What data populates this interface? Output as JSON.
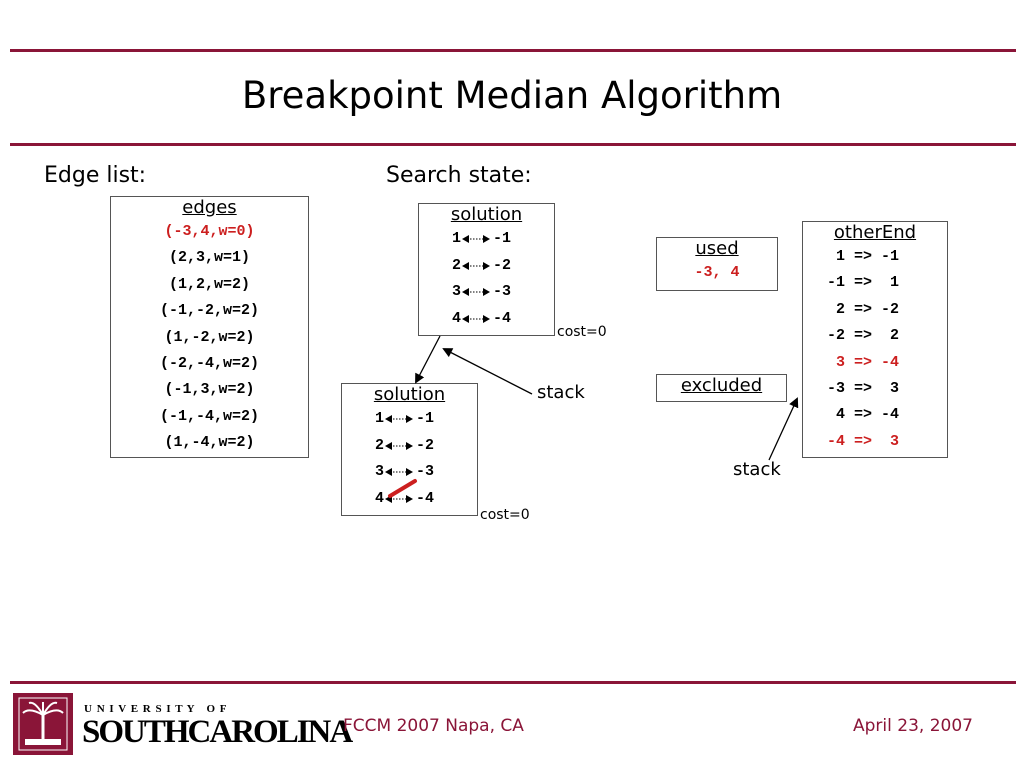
{
  "slide": {
    "title": "Breakpoint Median Algorithm",
    "edge_list_heading": "Edge list:",
    "search_state_heading": "Search state:"
  },
  "edges": {
    "header": "edges",
    "items": [
      {
        "text": "(-3,4,w=0)",
        "highlight": true
      },
      {
        "text": "(2,3,w=1)",
        "highlight": false
      },
      {
        "text": "(1,2,w=2)",
        "highlight": false
      },
      {
        "text": "(-1,-2,w=2)",
        "highlight": false
      },
      {
        "text": "(1,-2,w=2)",
        "highlight": false
      },
      {
        "text": "(-2,-4,w=2)",
        "highlight": false
      },
      {
        "text": "(-1,3,w=2)",
        "highlight": false
      },
      {
        "text": "(-1,-4,w=2)",
        "highlight": false
      },
      {
        "text": "(1,-4,w=2)",
        "highlight": false
      }
    ]
  },
  "solution_top": {
    "header": "solution",
    "rows": [
      {
        "left": "1",
        "right": "-1"
      },
      {
        "left": "2",
        "right": "-2"
      },
      {
        "left": "3",
        "right": "-3"
      },
      {
        "left": "4",
        "right": "-4"
      }
    ],
    "cost": "cost=0"
  },
  "solution_bottom": {
    "header": "solution",
    "rows": [
      {
        "left": "1",
        "right": "-1"
      },
      {
        "left": "2",
        "right": "-2"
      },
      {
        "left": "3",
        "right": "-3"
      },
      {
        "left": "4",
        "right": "-4"
      }
    ],
    "cost": "cost=0"
  },
  "stack_label_1": "stack",
  "stack_label_2": "stack",
  "used": {
    "header": "used",
    "value": "-3, 4"
  },
  "excluded": {
    "header": "excluded"
  },
  "other_end": {
    "header": "otherEnd",
    "rows": [
      {
        "text": " 1 => -1",
        "highlight": false
      },
      {
        "text": "-1 =>  1",
        "highlight": false
      },
      {
        "text": " 2 => -2",
        "highlight": false
      },
      {
        "text": "-2 =>  2",
        "highlight": false
      },
      {
        "text": " 3 => -4",
        "highlight": true
      },
      {
        "text": "-3 =>  3",
        "highlight": false
      },
      {
        "text": " 4 => -4",
        "highlight": false
      },
      {
        "text": "-4 =>  3",
        "highlight": true
      }
    ]
  },
  "footer": {
    "university_top": "U N I V E R S I T Y   O F",
    "university_name": "SOUTHCAROLINA",
    "event": "FCCM 2007  Napa, CA",
    "date": "April 23, 2007"
  },
  "colors": {
    "accent": "#8a1538",
    "highlight": "#cc1f1f"
  }
}
